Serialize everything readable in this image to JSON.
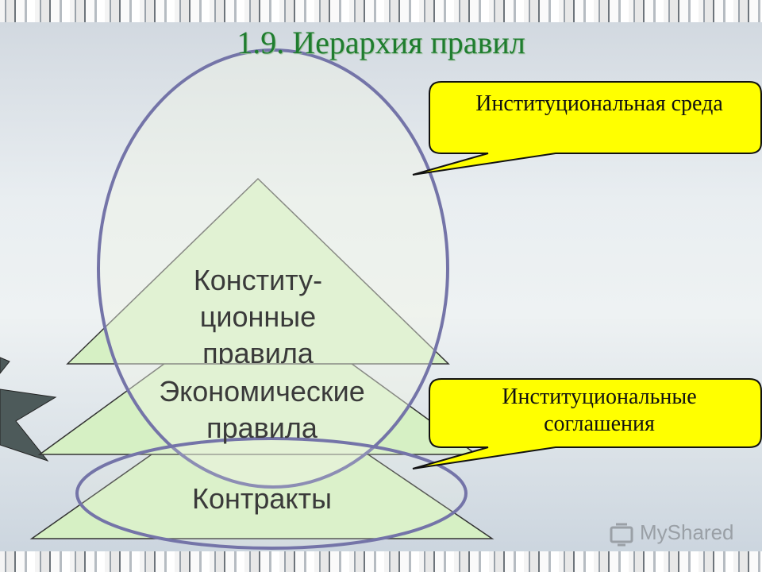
{
  "title": "1.9. Иерархия правил",
  "callouts": {
    "environment": "Институциональная среда",
    "agreements": "Институциональные соглашения"
  },
  "pyramid": {
    "top": "Конститу-ционные правила",
    "middle": "Экономические правила",
    "bottom": "Контракты"
  },
  "watermark": "MyShared",
  "colors": {
    "callout_fill": "#ffff00",
    "triangle_fill": "#d6f0c4",
    "ellipse_stroke": "#7474a8",
    "title_color": "#1f7d2f"
  }
}
